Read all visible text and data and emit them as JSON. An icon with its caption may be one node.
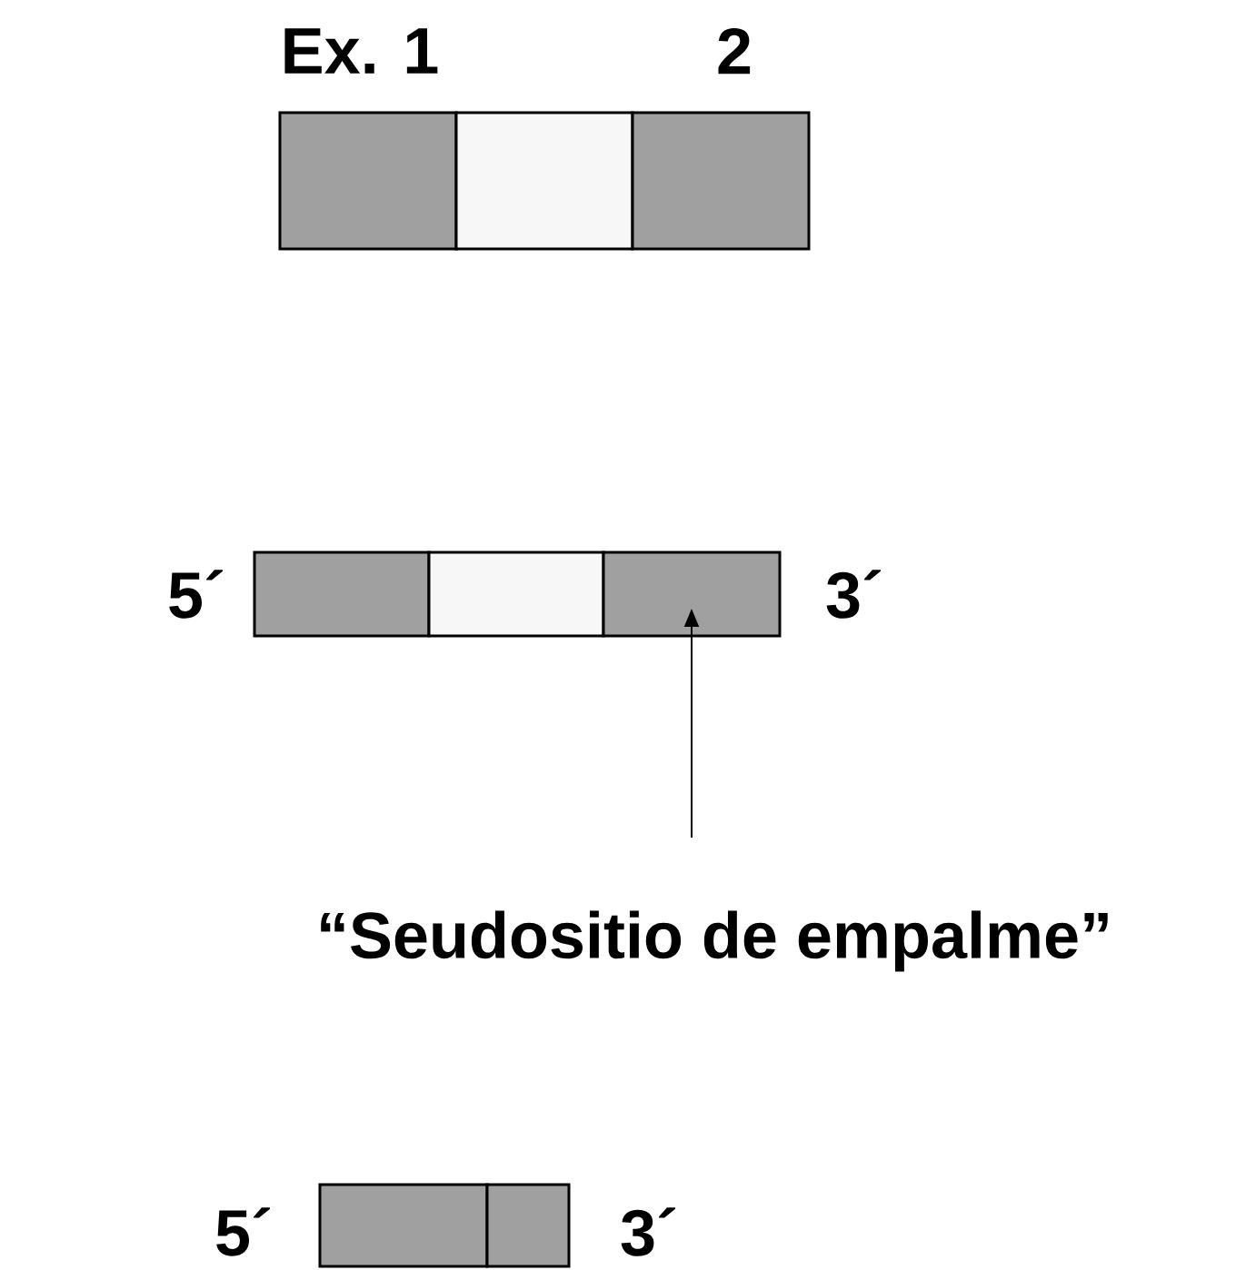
{
  "diagram": {
    "nodes": [
      {
        "text": [],
        "shape": "box"
      },
      {
        "text": [],
        "shape": "box"
      },
      {
        "text": [],
        "shape": "box"
      },
      {
        "text": [],
        "shape": "box"
      },
      {
        "text": [],
        "shape": "box"
      },
      {
        "text": [],
        "shape": "box"
      },
      {
        "text": [
          "“Seudositio de empalme”"
        ]
      },
      {
        "text": [],
        "shape": "box"
      },
      {
        "text": [],
        "shape": "box"
      }
    ],
    "edges": [
      {
        "from": 6,
        "to": 5,
        "arrow": "to"
      }
    ],
    "labels": [
      "Ex. 1",
      "2",
      "5´",
      "3´",
      "5´",
      "3´"
    ]
  }
}
